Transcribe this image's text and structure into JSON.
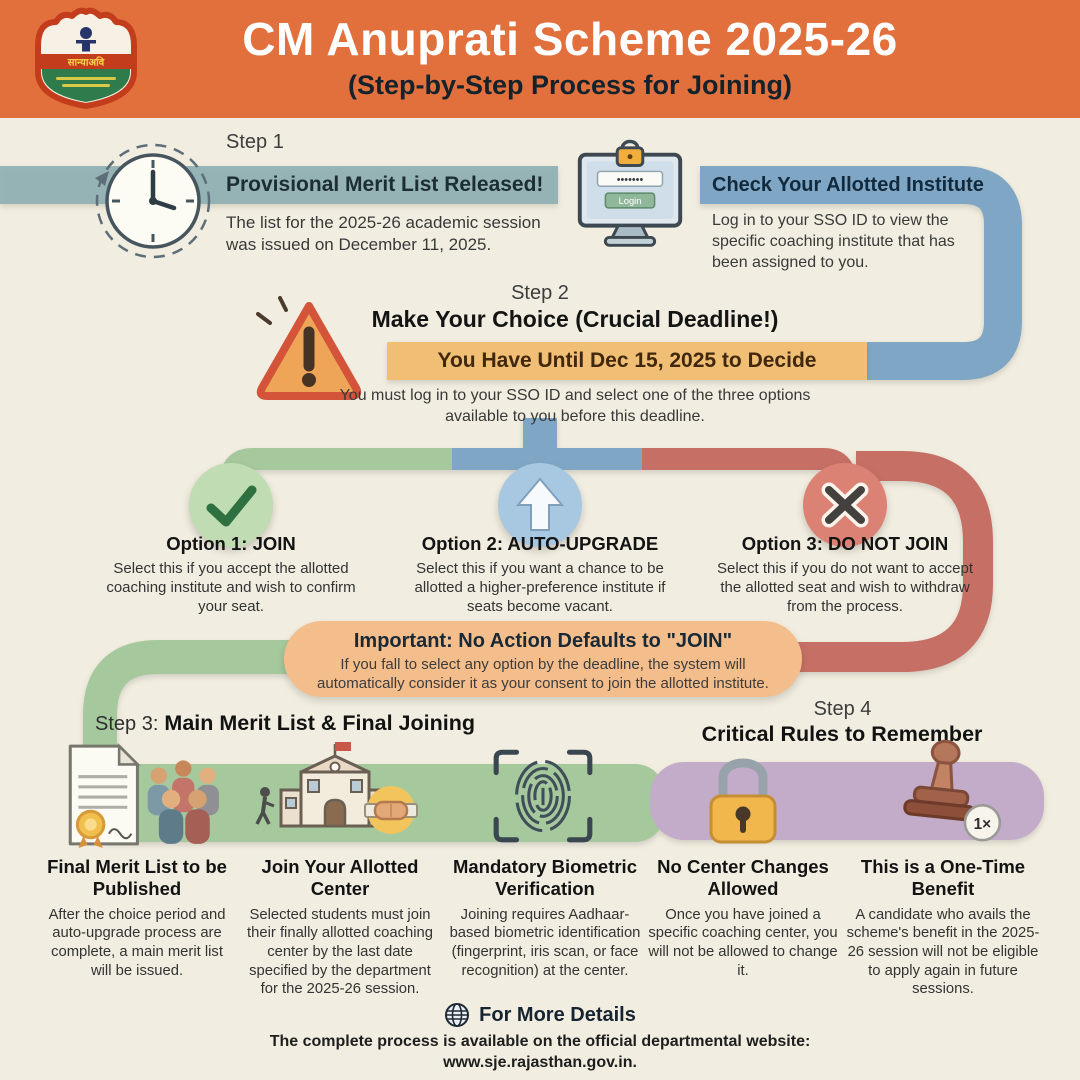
{
  "palette": {
    "header_orange": "#E2703C",
    "teal_band": "#8FB0B2",
    "blue_band": "#7FA7C5",
    "yellow_band": "#F1BE75",
    "green": "#A6C89D",
    "red": "#C67065",
    "peach": "#F4BE8C",
    "purple": "#C3ACC9",
    "background": "#F1EDE0"
  },
  "icons": [
    "emblem-logo",
    "clock",
    "login-monitor",
    "warning-triangle",
    "check",
    "up-arrow",
    "cross",
    "merit-list-document",
    "school-handshake",
    "fingerprint-scan",
    "padlock",
    "rubber-stamp",
    "globe"
  ],
  "header": {
    "title": "CM Anuprati Scheme 2025-26",
    "subtitle": "(Step-by-Step Process for Joining)",
    "logo_text": "सान्याअवि"
  },
  "step1": {
    "label": "Step 1",
    "left": {
      "title": "Provisional Merit List Released!",
      "desc": "The list for the 2025-26 academic session was issued on December 11, 2025."
    },
    "right": {
      "title": "Check Your Allotted Institute",
      "desc": "Log in to your SSO ID to view the specific coaching institute that has been assigned to you."
    },
    "password_dots": "•••••••",
    "login_button": "Login"
  },
  "step2": {
    "label": "Step 2",
    "title": "Make Your Choice (Crucial Deadline!)",
    "deadline": "You Have Until Dec 15, 2025 to Decide",
    "desc": "You must log in to your SSO ID and select one of the three options available to you before this deadline."
  },
  "options": [
    {
      "title": "Option 1: JOIN",
      "desc": "Select this if you accept the allotted coaching institute and wish to confirm your seat."
    },
    {
      "title": "Option 2: AUTO-UPGRADE",
      "desc": "Select this if you want a chance to be allotted a higher-preference institute if seats become vacant."
    },
    {
      "title": "Option 3: DO NOT JOIN",
      "desc": "Select this if you do not want to accept the allotted seat and wish to withdraw from the process."
    }
  ],
  "important": {
    "title": "Important: No Action Defaults to \"JOIN\"",
    "desc": "If you fall to select any option by the deadline, the system will automatically consider it as your consent to join the allotted institute."
  },
  "step3": {
    "label": "Step 3:",
    "title": "Main Merit List & Final Joining",
    "items": [
      {
        "title": "Final Merit List to be Published",
        "desc": "After the choice period and auto-upgrade process are complete, a main merit list will be issued."
      },
      {
        "title": "Join Your Allotted Center",
        "desc": "Selected students must join their finally allotted coaching center by the last date specified by the department for the 2025-26 session."
      },
      {
        "title": "Mandatory Biometric Verification",
        "desc": "Joining requires Aadhaar-based biometric identification (fingerprint, iris scan, or face recognition) at the center."
      }
    ]
  },
  "step4": {
    "label": "Step 4",
    "title": "Critical Rules to Remember",
    "stamp_badge": "1×",
    "items": [
      {
        "title": "No Center Changes Allowed",
        "desc": "Once you have joined a specific coaching center, you will not be allowed to change it."
      },
      {
        "title": "This is a One-Time Benefit",
        "desc": "A candidate who avails the scheme's benefit in the 2025-26 session will not be eligible to apply again in future sessions."
      }
    ]
  },
  "footer": {
    "title": "For More Details",
    "desc": "The complete process is available on the official departmental website: www.sje.rajasthan.gov.in."
  }
}
